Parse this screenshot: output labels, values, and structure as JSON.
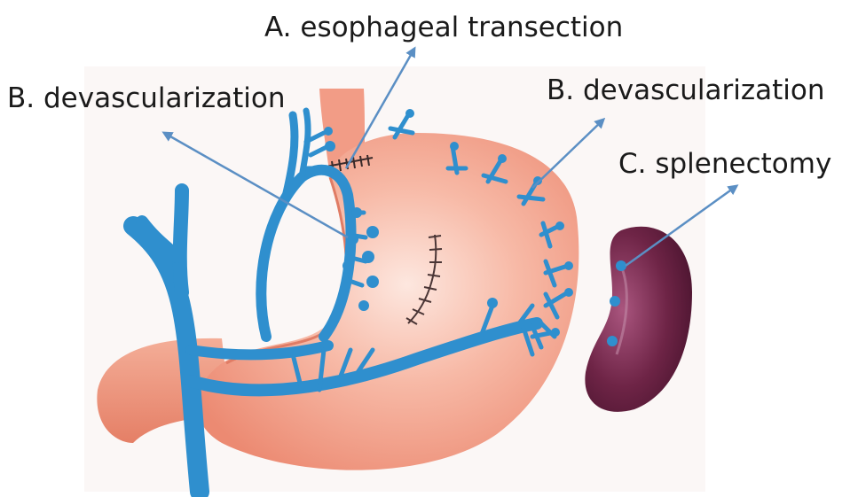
{
  "labels": {
    "esophageal_transection": "A. esophageal transection",
    "devascularization_left": "B. devascularization",
    "devascularization_right": "B. devascularization",
    "splenectomy": "C. splenectomy"
  },
  "colors": {
    "stomach": "#f2a08a",
    "stomach_highlight": "#fde5dc",
    "vessel": "#2f8fce",
    "vessel_dark": "#1b6fae",
    "spleen": "#6e2446",
    "spleen_light": "#a3557a",
    "arrow": "#5b8fc4",
    "suture": "#3a2a2a"
  }
}
